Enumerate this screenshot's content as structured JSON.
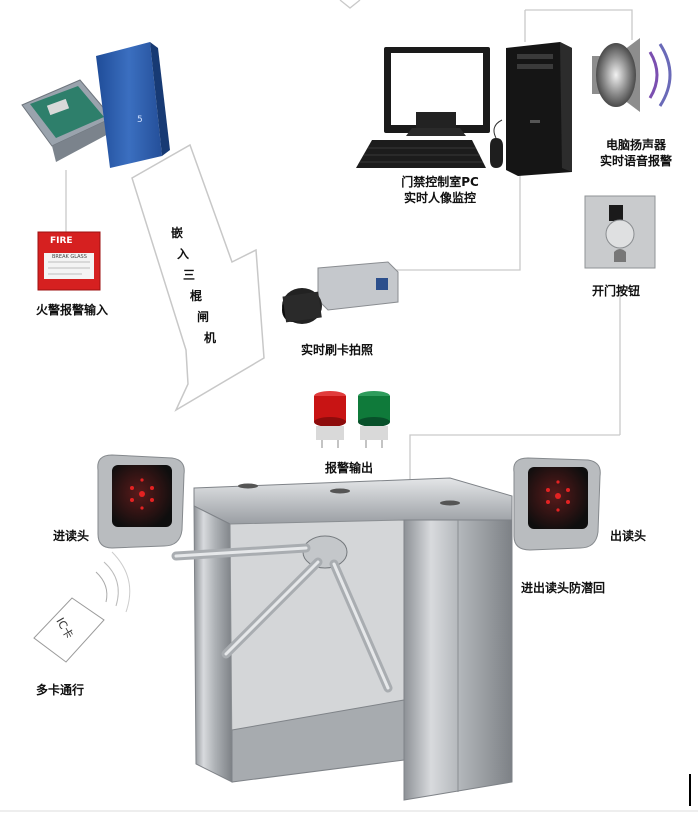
{
  "labels": {
    "fire_input": "火警报警输入",
    "pc_line1": "门禁控制室PC",
    "pc_line2": "实时人像监控",
    "speaker_line1": "电脑扬声器",
    "speaker_line2": "实时语音报警",
    "open_button": "开门按钮",
    "camera": "实时刷卡拍照",
    "alarm_output": "报警输出",
    "entry_reader": "进读头",
    "exit_reader": "出读头",
    "anti_passback": "进出读头防潜回",
    "multi_card": "多卡通行",
    "embed_chars": [
      "嵌",
      "入",
      "三",
      "棍",
      "闸",
      "机"
    ]
  },
  "device_text": {
    "fire_box": "FIRE",
    "fire_sub": "BREAK GLASS",
    "card": "IC卡"
  },
  "colors": {
    "line": "#c9c9c9",
    "gate_steel": "#b9bcc0",
    "controller_blue": "#2f5ea9",
    "fire_red": "#d62020",
    "beacon_red": "#c81414",
    "beacon_green": "#0f7a3a"
  },
  "icons": [
    "controller-icon",
    "fire-alarm-icon",
    "monitor-icon",
    "keyboard-icon",
    "mouse-icon",
    "pc-tower-icon",
    "speaker-icon",
    "exit-button-icon",
    "camera-icon",
    "red-beacon-icon",
    "green-beacon-icon",
    "entry-reader-icon",
    "exit-reader-icon",
    "card-icon",
    "tripod-turnstile-icon"
  ]
}
